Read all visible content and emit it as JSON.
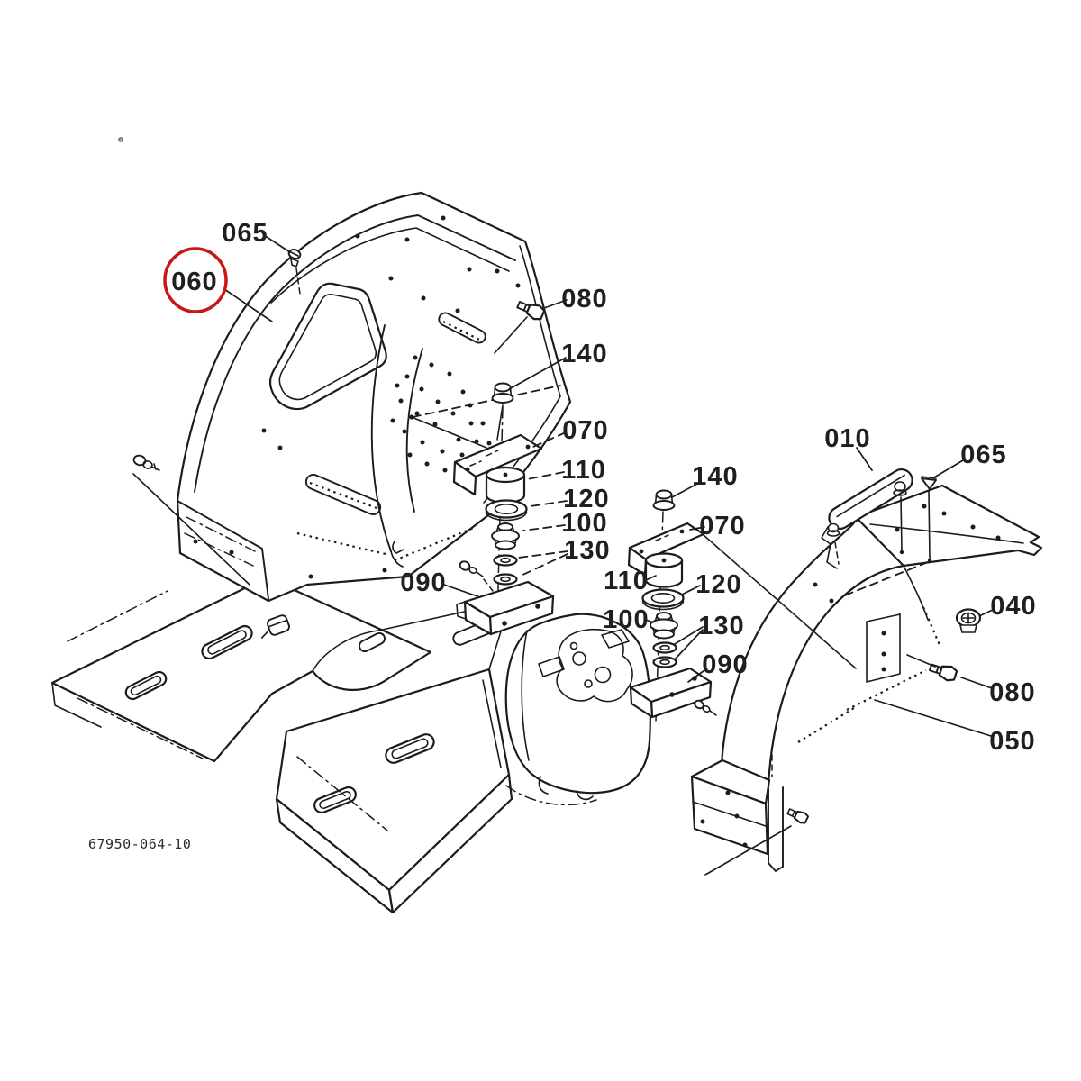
{
  "diagram": {
    "figure_code": "67950-064-10",
    "highlighted_part": "060",
    "colors": {
      "line": "#1c1c1c",
      "highlight": "#cc1616",
      "background": "#ffffff"
    },
    "callouts": {
      "c065L": "065",
      "c060": "060",
      "c080L": "080",
      "c140L": "140",
      "c070L": "070",
      "c110L": "110",
      "c120L": "120",
      "c100L": "100",
      "c130L": "130",
      "c090L": "090",
      "c140R": "140",
      "c070R": "070",
      "c110R": "110",
      "c120R": "120",
      "c100R": "100",
      "c130R": "130",
      "c090R": "090",
      "c010": "010",
      "c065R": "065",
      "c040": "040",
      "c080R": "080",
      "c050": "050"
    }
  }
}
